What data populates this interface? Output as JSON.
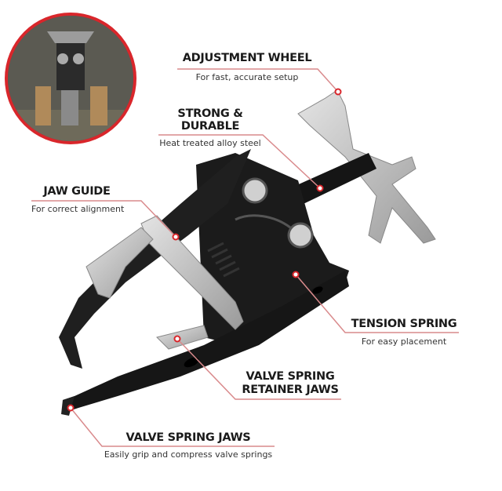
{
  "callouts": [
    {
      "title": "ADJUSTMENT WHEEL",
      "subtitle": "For fast, accurate setup"
    },
    {
      "title_line1": "STRONG &",
      "title_line2": "DURABLE",
      "subtitle": "Heat treated alloy steel"
    },
    {
      "title": "JAW GUIDE",
      "subtitle": "For correct alignment"
    },
    {
      "title": "TENSION SPRING",
      "subtitle": "For easy placement"
    },
    {
      "title_line1": "VALVE SPRING",
      "title_line2": "RETAINER JAWS"
    },
    {
      "title": "VALVE SPRING JAWS",
      "subtitle": "Easily grip and compress valve springs"
    }
  ],
  "colors": {
    "accent": "#d9262b",
    "line": "#d98a8c",
    "tool_black": "#1b1b1b",
    "steel": "#c9c9c9"
  }
}
